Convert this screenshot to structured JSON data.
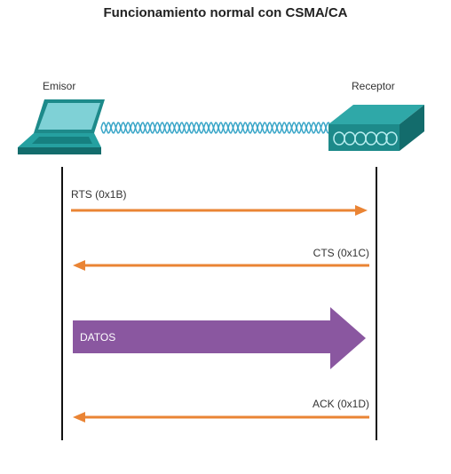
{
  "title": "Funcionamiento normal con CSMA/CA",
  "devices": {
    "sender": "Emisor",
    "receiver": "Receptor"
  },
  "messages": [
    {
      "label": "RTS (0x1B)",
      "direction": "to-receiver"
    },
    {
      "label": "CTS (0x1C)",
      "direction": "to-sender"
    },
    {
      "label": "DATOS",
      "direction": "to-receiver"
    },
    {
      "label": "ACK (0x1D)",
      "direction": "to-sender"
    }
  ],
  "colors": {
    "arrow": "#ea8434",
    "data_arrow": "#8a57a0",
    "device": "#1d8a8a",
    "cable": "#3aa6c8"
  }
}
